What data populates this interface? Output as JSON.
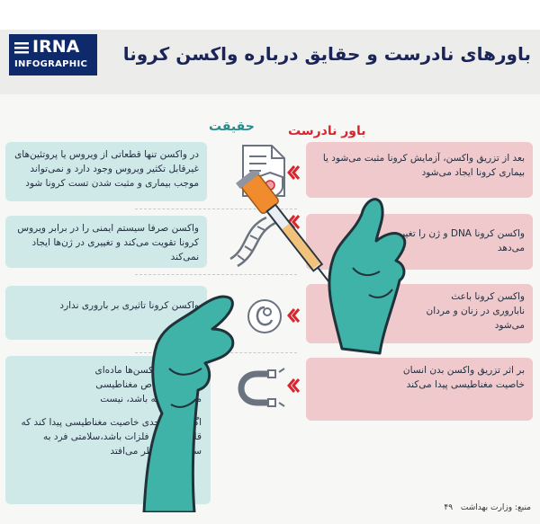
{
  "brand": {
    "logo_top": "IRNA",
    "logo_bottom": "INFOGRAPHIC"
  },
  "title": "باورهای نادرست و حقایق درباره واکسن کرونا",
  "labels": {
    "facts": "حقیقت",
    "myths": "باور نادرست"
  },
  "facts": [
    "در واکسن تنها قطعاتی از ویروس یا پروتئین‌های غیرقابل تکثیر ویروس وجود دارد و نمی‌تواند موجب بیماری و مثبت شدن تست کرونا شود",
    "واکسن صرفا سیستم ایمنی را در برابر ویروس کرونا تقویت می‌کند و تغییری در ژن‌ها ایجاد نمی‌کند",
    "واکسن کرونا تاثیری بر باروری ندارد",
    "در فرمول واکسن‌ها ماده‌ای که بتواند خواص مغناطیسی موثری داشته باشد، نیست",
    "اگر بدن تا حدی خاصیت مغناطیسی پیدا کند که قادر به جذب فلزات باشد،سلامتی فرد به سرعت به خطر می‌افتد"
  ],
  "myths": [
    "بعد از تزریق واکسن، آزمایش کرونا مثبت می‌شود یا بیماری کرونا ایجاد می‌شود",
    "واکسن کرونا DNA و ژن را تغییر می‌دهد",
    "واکسن کرونا باعث ناباروری در زنان و مردان می‌شود",
    "بر اثر تزریق واکسن بدن انسان خاصیت مغناطیسی پیدا می‌کند"
  ],
  "icons": [
    "document-virus-icon",
    "dna-icon",
    "fetus-icon",
    "magnet-icon",
    "chevron-left-icon",
    "syringe-icon",
    "glove-left-icon",
    "glove-right-icon"
  ],
  "footer": {
    "source": "منبع: وزارت بهداشت",
    "page": "۴۹"
  },
  "colors": {
    "fact": "#cfe9e8",
    "myth": "#efc9cc",
    "arrow": "#d7262f",
    "glove": "#3fb3a8",
    "title": "#1a2456",
    "fact_label": "#2a8b8a",
    "myth_label": "#d7262f"
  }
}
